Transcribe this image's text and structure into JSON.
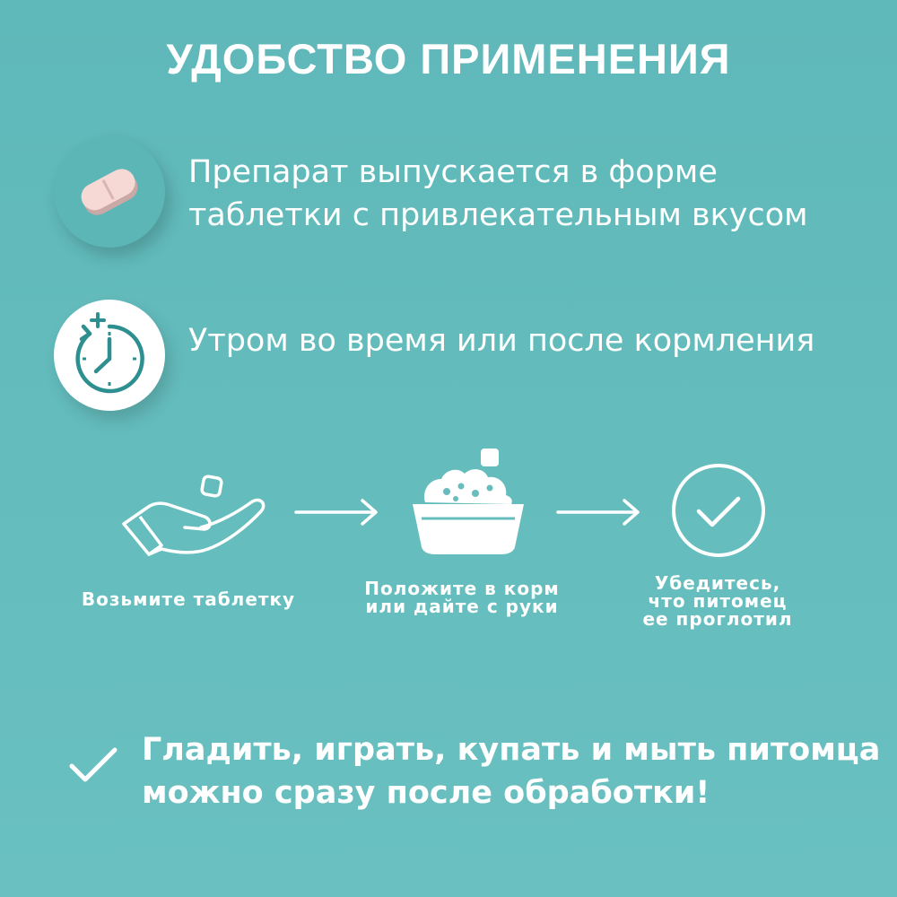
{
  "title": "УДОБСТВО ПРИМЕНЕНИЯ",
  "features": [
    {
      "icon": "pill-icon",
      "lines": [
        "Препарат выпускается в форме",
        "таблетки с привлекательным вкусом"
      ]
    },
    {
      "icon": "clock-icon",
      "lines": [
        "Утром во время или после кормления"
      ]
    }
  ],
  "steps": [
    {
      "icon": "hand-with-tablet-icon",
      "lines": [
        "Возьмите таблетку"
      ]
    },
    {
      "icon": "food-bowl-icon",
      "lines": [
        "Положите в корм",
        "или дайте с руки"
      ]
    },
    {
      "icon": "check-circle-icon",
      "lines": [
        "Убедитесь,",
        "что питомец",
        "ее проглотил"
      ]
    }
  ],
  "note": {
    "icon": "check-icon",
    "lines": [
      "Гладить, играть, купать и мыть питомца",
      "можно сразу после обработки!"
    ]
  },
  "colors": {
    "background": "#64bcbc",
    "text": "#ffffff",
    "icon_accent": "#2d8f8f",
    "pill": "#f3d3cf"
  }
}
